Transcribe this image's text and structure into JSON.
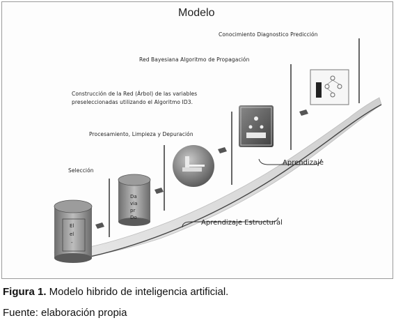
{
  "diagram": {
    "title": "Modelo",
    "stages": [
      {
        "label": "Selección"
      },
      {
        "label": "Procesamiento, Limpieza y  Depuración"
      },
      {
        "label_line1": "Construcción de la Red  (Árbol) de las variables",
        "label_line2": "preseleccionadas  utilizando el Algoritmo ID3."
      },
      {
        "label": "Red  Bayesiana  Algoritmo de Propagación"
      },
      {
        "label": "Conocimiento  Diagnostico  Predicción"
      }
    ],
    "braces": {
      "structural": "Aprendizaje Estructural",
      "learning": "Aprendizaje"
    },
    "cylinder1_text": [
      "El",
      "el",
      "-"
    ],
    "cylinder2_text": [
      "Da",
      "via",
      "pr",
      "Do"
    ]
  },
  "figure": {
    "caption_label": "Figura 1.",
    "caption_text": " Modelo hibrido  de inteligencia artificial.",
    "source": "Fuente: elaboración propia"
  }
}
